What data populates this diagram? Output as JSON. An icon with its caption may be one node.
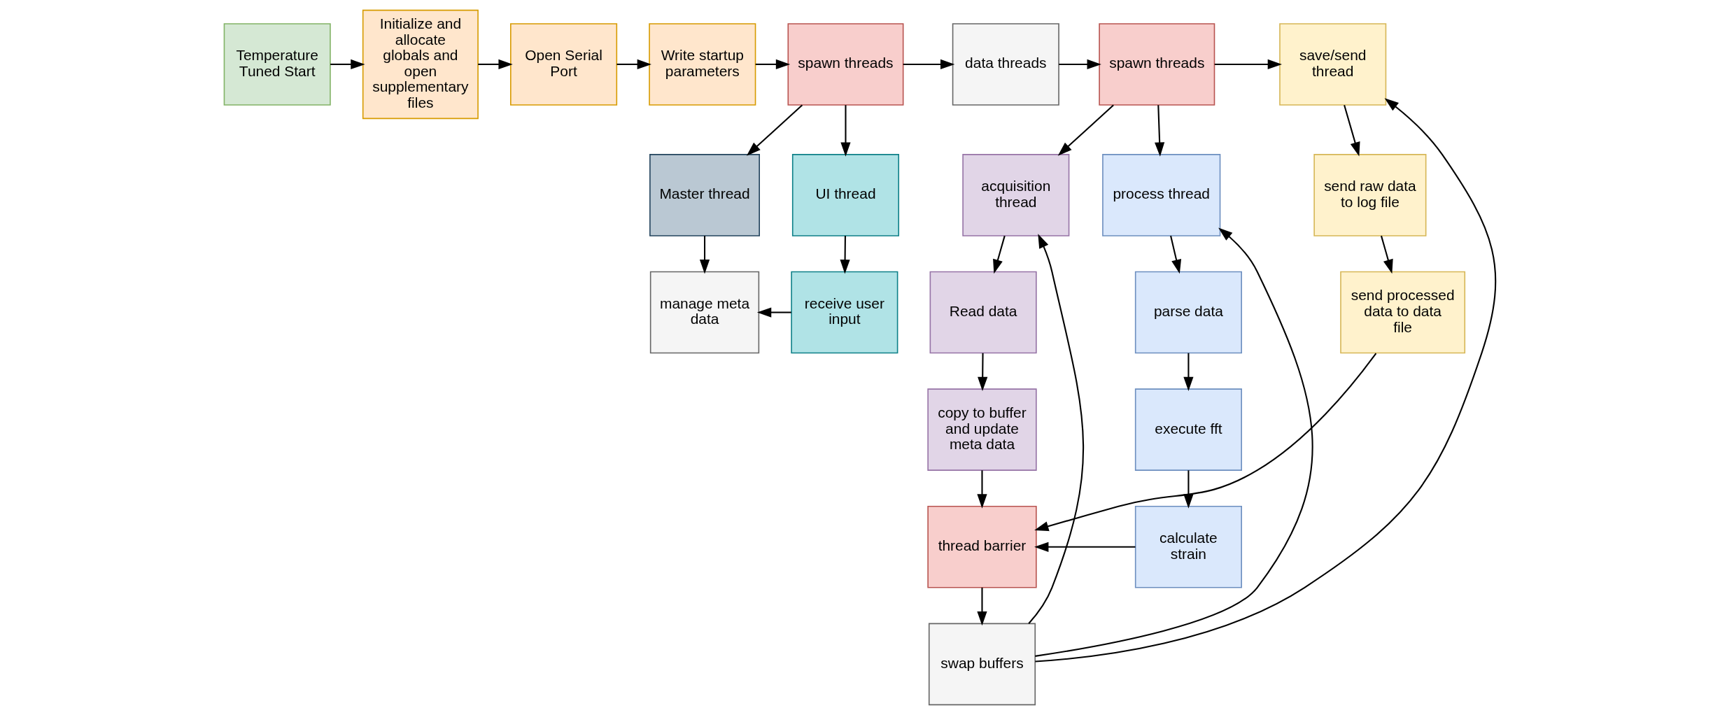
{
  "diagram": {
    "nodes": [
      {
        "text": [
          "Temperature Tuned Start"
        ]
      },
      {
        "text": [
          "Initialize and allocate globals and open supplementary files"
        ]
      },
      {
        "text": [
          "Open Serial Port"
        ]
      },
      {
        "text": [
          "Write startup parameters"
        ]
      },
      {
        "text": [
          "spawn threads"
        ]
      },
      {
        "text": [
          "data threads"
        ]
      },
      {
        "text": [
          "spawn threads"
        ]
      },
      {
        "text": [
          "Master thread"
        ]
      },
      {
        "text": [
          "UI thread"
        ]
      },
      {
        "text": [
          "manage meta data"
        ]
      },
      {
        "text": [
          "receive user input"
        ]
      },
      {
        "text": [
          "acquisition thread"
        ]
      },
      {
        "text": [
          "process thread"
        ]
      },
      {
        "text": [
          "save/send thread"
        ]
      },
      {
        "text": [
          "Read data"
        ]
      },
      {
        "text": [
          "copy to buffer and update meta data"
        ]
      },
      {
        "text": [
          "thread barrier"
        ]
      },
      {
        "text": [
          "parse data"
        ]
      },
      {
        "text": [
          "execute fft"
        ]
      },
      {
        "text": [
          "calculate strain"
        ]
      },
      {
        "text": [
          "send raw data to log file"
        ]
      },
      {
        "text": [
          "send processed data to data file"
        ]
      },
      {
        "text": [
          "swap buffers"
        ]
      }
    ],
    "edges": [
      {
        "from": 0,
        "to": 1,
        "arrow": "to"
      },
      {
        "from": 1,
        "to": 2,
        "arrow": "to"
      },
      {
        "from": 2,
        "to": 3,
        "arrow": "to"
      },
      {
        "from": 3,
        "to": 4,
        "arrow": "to"
      },
      {
        "from": 4,
        "to": 5,
        "arrow": "to"
      },
      {
        "from": 5,
        "to": 6,
        "arrow": "to"
      },
      {
        "from": 4,
        "to": 7,
        "arrow": "to"
      },
      {
        "from": 4,
        "to": 8,
        "arrow": "to"
      },
      {
        "from": 7,
        "to": 9,
        "arrow": "to"
      },
      {
        "from": 8,
        "to": 10,
        "arrow": "to"
      },
      {
        "from": 10,
        "to": 9,
        "arrow": "to"
      },
      {
        "from": 6,
        "to": 11,
        "arrow": "to"
      },
      {
        "from": 6,
        "to": 12,
        "arrow": "to"
      },
      {
        "from": 6,
        "to": 13,
        "arrow": "to"
      },
      {
        "from": 11,
        "to": 14,
        "arrow": "to"
      },
      {
        "from": 14,
        "to": 15,
        "arrow": "to"
      },
      {
        "from": 15,
        "to": 16,
        "arrow": "to"
      },
      {
        "from": 12,
        "to": 17,
        "arrow": "to"
      },
      {
        "from": 17,
        "to": 18,
        "arrow": "to"
      },
      {
        "from": 18,
        "to": 19,
        "arrow": "to"
      },
      {
        "from": 19,
        "to": 16,
        "arrow": "to"
      },
      {
        "from": 13,
        "to": 20,
        "arrow": "to"
      },
      {
        "from": 20,
        "to": 21,
        "arrow": "to"
      },
      {
        "from": 21,
        "to": 16,
        "arrow": "to"
      },
      {
        "from": 16,
        "to": 22,
        "arrow": "to"
      },
      {
        "from": 22,
        "to": 11,
        "arrow": "to"
      },
      {
        "from": 22,
        "to": 12,
        "arrow": "to"
      },
      {
        "from": 22,
        "to": 13,
        "arrow": "to"
      }
    ]
  }
}
